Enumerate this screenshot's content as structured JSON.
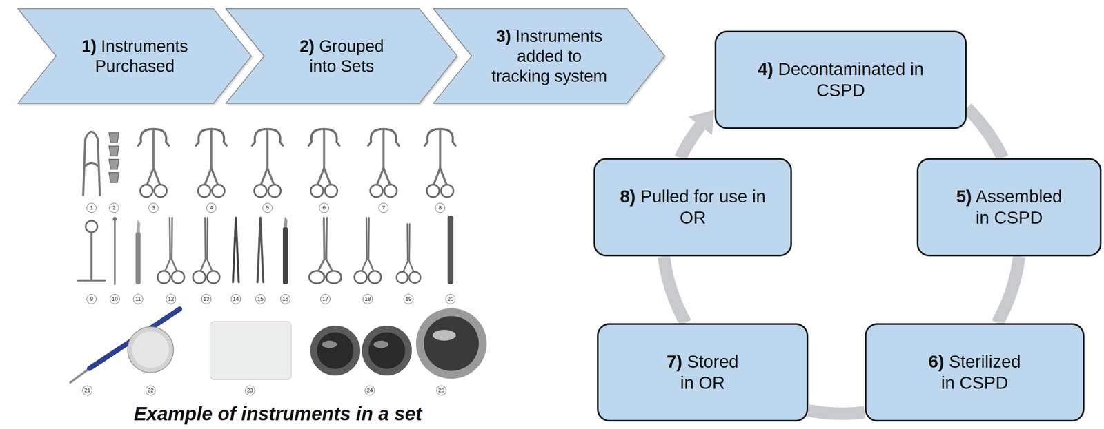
{
  "diagram": {
    "caption": "Example of instruments in a set",
    "nodes": [
      {
        "text": [
          "1) Instruments Purchased"
        ]
      },
      {
        "text": [
          "2) Grouped into Sets"
        ]
      },
      {
        "text": [
          "3) Instruments added to tracking system"
        ]
      },
      {
        "text": [
          "4) Decontaminated in CSPD"
        ]
      },
      {
        "text": [
          "5) Assembled in CSPD"
        ]
      },
      {
        "text": [
          "6) Sterilized in CSPD"
        ]
      },
      {
        "text": [
          "7) Stored in OR"
        ]
      },
      {
        "text": [
          "8) Pulled for use in OR"
        ]
      }
    ],
    "edges": [
      {
        "from": 3,
        "to": 4,
        "arrow": "none"
      },
      {
        "from": 4,
        "to": 5,
        "arrow": "none"
      },
      {
        "from": 5,
        "to": 6,
        "arrow": "none"
      },
      {
        "from": 6,
        "to": 7,
        "arrow": "none"
      },
      {
        "from": 7,
        "to": 3,
        "arrow": "to"
      }
    ],
    "labels": [
      "1",
      "2",
      "3",
      "4",
      "5",
      "6",
      "7",
      "8",
      "9",
      "10",
      "11",
      "12",
      "13",
      "14",
      "15",
      "16",
      "17",
      "18",
      "19",
      "20",
      "21",
      "22",
      "23",
      "24",
      "25"
    ]
  }
}
